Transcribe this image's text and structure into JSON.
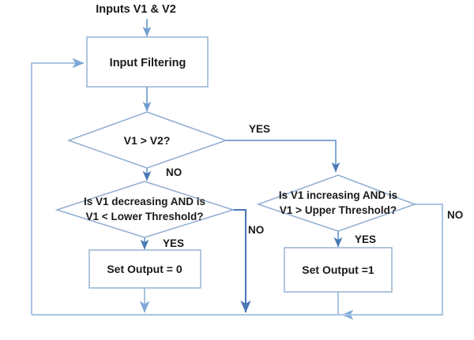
{
  "diagram": {
    "title_text": "Inputs V1 & V2",
    "type": "flowchart",
    "nodes": [
      {
        "id": "input_filtering",
        "shape": "process",
        "label": "Input Filtering"
      },
      {
        "id": "compare",
        "shape": "decision",
        "label": "V1 > V2?"
      },
      {
        "id": "dec_lower",
        "shape": "decision",
        "label_line1": "Is V1 decreasing AND is",
        "label_line2": "V1 < Lower Threshold?"
      },
      {
        "id": "dec_upper",
        "shape": "decision",
        "label_line1": "Is V1 increasing AND is",
        "label_line2": "V1 > Upper Threshold?"
      },
      {
        "id": "out_zero",
        "shape": "process",
        "label": "Set Output = 0"
      },
      {
        "id": "out_one",
        "shape": "process",
        "label": "Set Output =1"
      }
    ],
    "edge_labels": {
      "compare_yes": "YES",
      "compare_no": "NO",
      "lower_yes": "YES",
      "lower_no": "NO",
      "upper_yes": "YES",
      "upper_no": "NO"
    },
    "colors": {
      "connector": "#6f9cd0",
      "connector_strong": "#4a78b5",
      "connector_pale": "#a9c4e2",
      "box_border": "#9db8d5",
      "diamond_border": "#8fadcf",
      "text": "#1a1a1a",
      "background": "#ffffff"
    }
  }
}
